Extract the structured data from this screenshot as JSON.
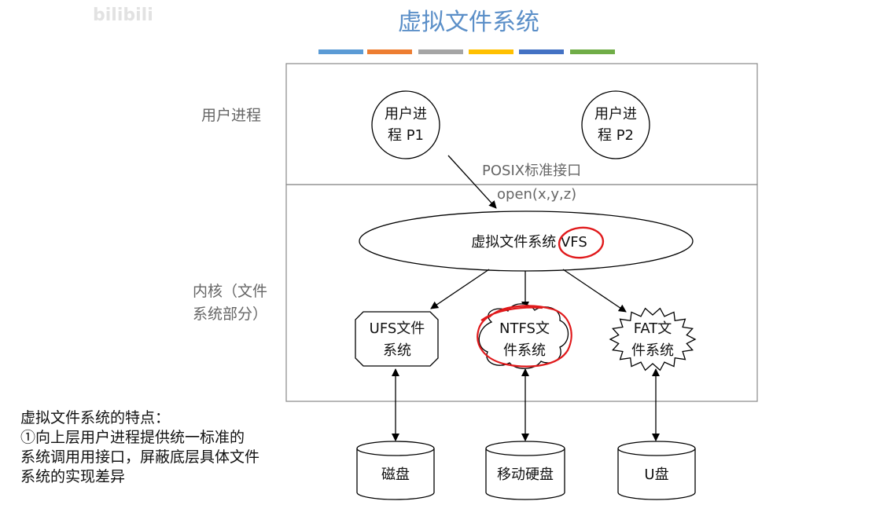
{
  "watermark": {
    "text": "bilibili"
  },
  "title": "虚拟文件系统",
  "title_bar_colors": [
    "#5b9bd5",
    "#ed7d31",
    "#a5a5a5",
    "#ffc000",
    "#4472c4",
    "#70ad47"
  ],
  "user_space": {
    "label": "用户进程",
    "p1": {
      "line1": "用户进",
      "line2": "程 P1"
    },
    "p2": {
      "line1": "用户进",
      "line2": "程 P2"
    }
  },
  "kernel": {
    "label_line1": "内核（文件",
    "label_line2": "系统部分）",
    "api_line1": "POSIX标准接口",
    "api_line2": "open(x,y,z)",
    "vfs": "虚拟文件系统 VFS",
    "ufs": {
      "line1": "UFS文件",
      "line2": "系统"
    },
    "ntfs": {
      "line1": "NTFS文",
      "line2": "件系统"
    },
    "fat": {
      "line1": "FAT文",
      "line2": "件系统"
    }
  },
  "devices": {
    "disk": "磁盘",
    "removable": "移动硬盘",
    "usb": "U盘"
  },
  "note": {
    "line1": "虚拟文件系统的特点：",
    "line2": "①向上层用户进程提供统一标准的",
    "line3": "系统调用用接口，屏蔽底层具体文件",
    "line4": "系统的实现差异"
  },
  "annotation_color": "#e0191b"
}
